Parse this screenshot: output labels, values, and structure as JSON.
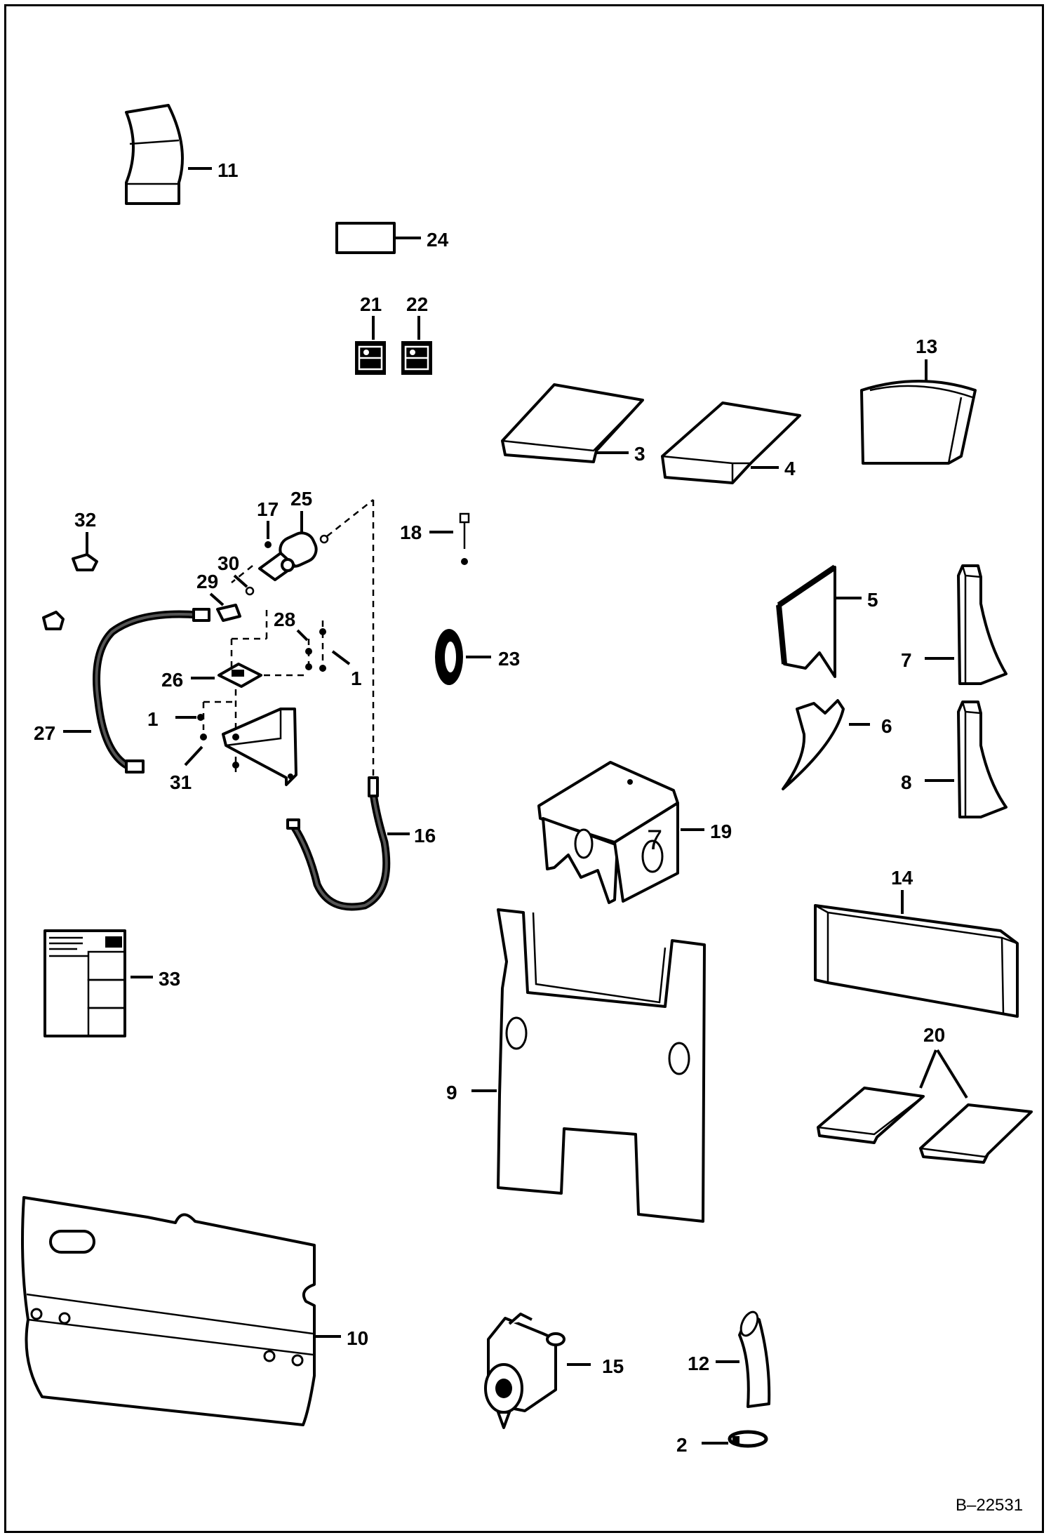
{
  "diagram_id": "B–22531",
  "callouts": {
    "c1a": "1",
    "c1b": "1",
    "c2": "2",
    "c3": "3",
    "c4": "4",
    "c5": "5",
    "c6": "6",
    "c7": "7",
    "c8": "8",
    "c9": "9",
    "c10": "10",
    "c11": "11",
    "c12": "12",
    "c13": "13",
    "c14": "14",
    "c15": "15",
    "c16": "16",
    "c17": "17",
    "c18": "18",
    "c19": "19",
    "c20": "20",
    "c21": "21",
    "c22": "22",
    "c23": "23",
    "c24": "24",
    "c25": "25",
    "c26": "26",
    "c27": "27",
    "c28": "28",
    "c29": "29",
    "c30": "30",
    "c31": "31",
    "c32": "32",
    "c33": "33"
  },
  "colors": {
    "ink": "#000000",
    "paper": "#ffffff",
    "shade": "#e8e8e8"
  }
}
